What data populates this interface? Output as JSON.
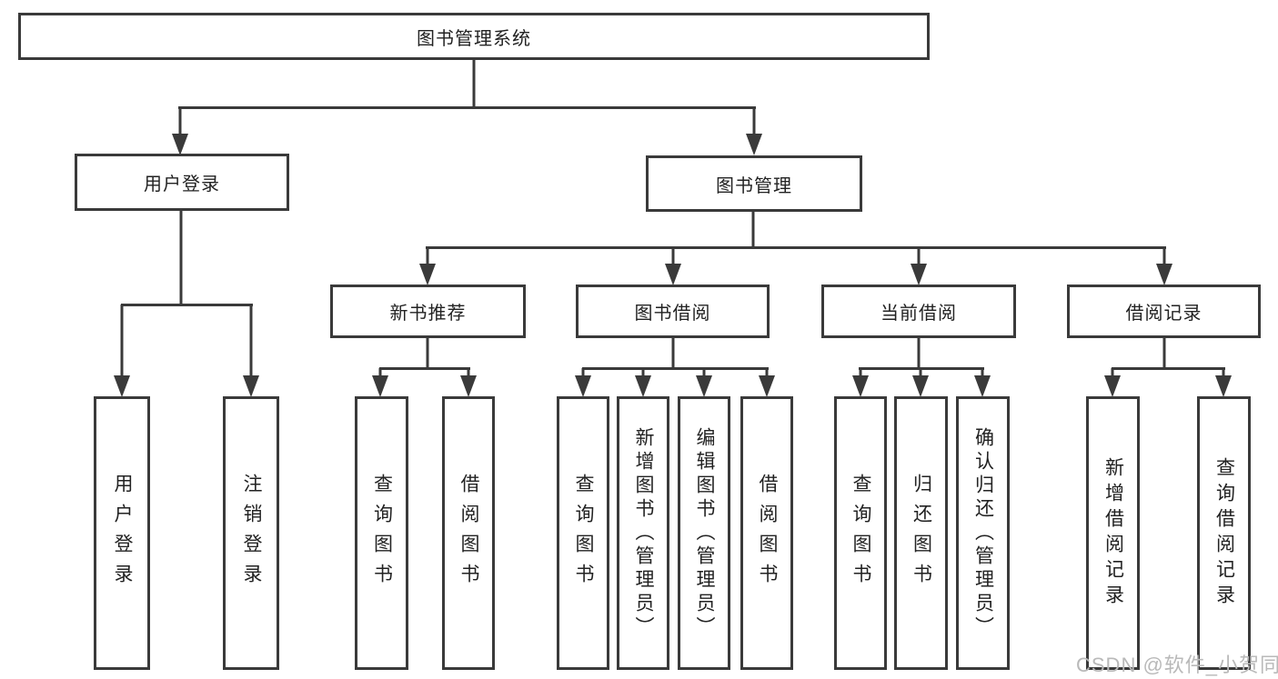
{
  "diagram": {
    "type": "tree",
    "title": "图书管理系统",
    "watermark": "CSDN @软件_小贺同学",
    "colors": {
      "background": "#ffffff",
      "box_border": "#3a3a3a",
      "line": "#3a3a3a",
      "text": "#222222",
      "watermark": "#b9b9b9"
    },
    "nodes": {
      "root": {
        "label": "图书管理系统"
      },
      "user_login": {
        "label": "用户登录"
      },
      "book_mgmt": {
        "label": "图书管理"
      },
      "new_book_rec": {
        "label": "新书推荐"
      },
      "book_borrow": {
        "label": "图书借阅"
      },
      "current_borrow": {
        "label": "当前借阅"
      },
      "borrow_records": {
        "label": "借阅记录"
      },
      "lf_user_login": {
        "label": "用户登录"
      },
      "lf_logout": {
        "label": "注销登录"
      },
      "lf_nbr_query": {
        "label": "查询图书"
      },
      "lf_nbr_borrow": {
        "label": "借阅图书"
      },
      "lf_bb_query": {
        "label": "查询图书"
      },
      "lf_bb_add": {
        "label": "新增图书（管理员）"
      },
      "lf_bb_edit": {
        "label": "编辑图书（管理员）"
      },
      "lf_bb_borrow": {
        "label": "借阅图书"
      },
      "lf_cb_query": {
        "label": "查询图书"
      },
      "lf_cb_return": {
        "label": "归还图书"
      },
      "lf_cb_confirm": {
        "label": "确认归还（管理员）"
      },
      "lf_br_add": {
        "label": "新增借阅记录"
      },
      "lf_br_query": {
        "label": "查询借阅记录"
      }
    },
    "hierarchy": {
      "图书管理系统": {
        "用户登录": [
          "用户登录",
          "注销登录"
        ],
        "图书管理": {
          "新书推荐": [
            "查询图书",
            "借阅图书"
          ],
          "图书借阅": [
            "查询图书",
            "新增图书（管理员）",
            "编辑图书（管理员）",
            "借阅图书"
          ],
          "当前借阅": [
            "查询图书",
            "归还图书",
            "确认归还（管理员）"
          ],
          "借阅记录": [
            "新增借阅记录",
            "查询借阅记录"
          ]
        }
      }
    }
  }
}
